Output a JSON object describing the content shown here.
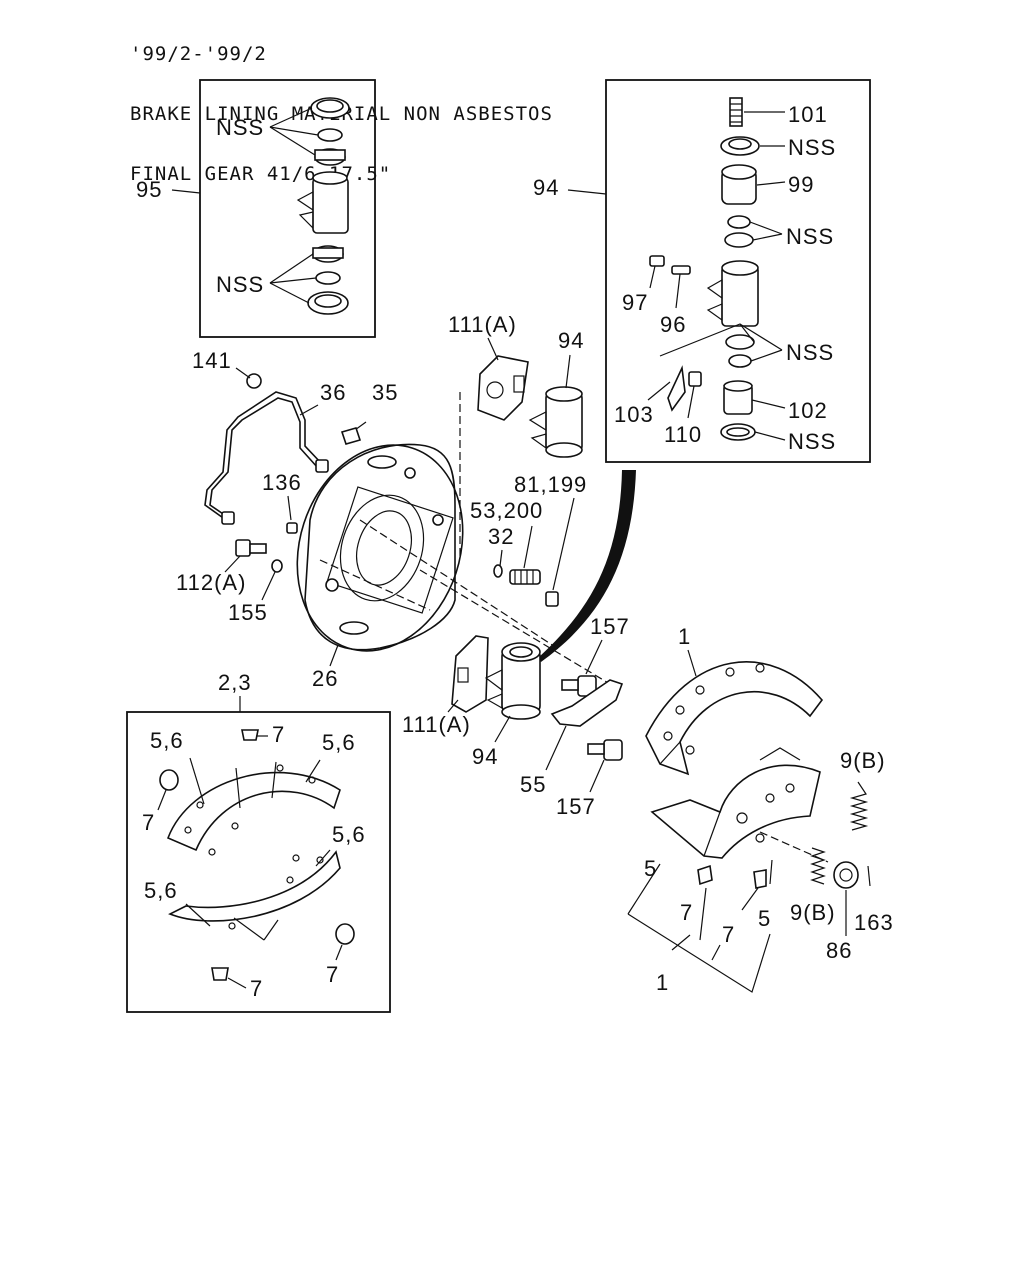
{
  "header": {
    "line1": "'99/2-'99/2",
    "line2": "BRAKE LINING MATERIAL NON ASBESTOS",
    "line3": "FINAL GEAR 41/6 17.5\""
  },
  "callouts": {
    "c95": "95",
    "c94_box": "94",
    "nss_95_top": "NSS",
    "nss_95_bottom": "NSS",
    "c101": "101",
    "nss_94_a": "NSS",
    "c99": "99",
    "nss_94_b": "NSS",
    "c97": "97",
    "c96": "96",
    "nss_94_c": "NSS",
    "c103": "103",
    "c110": "110",
    "c102": "102",
    "nss_94_d": "NSS",
    "c141": "141",
    "c36": "36",
    "c35": "35",
    "c111a_top": "111(A)",
    "c94_top": "94",
    "c136": "136",
    "c81_199": "81,199",
    "c53_200": "53,200",
    "c32": "32",
    "c112a": "112(A)",
    "c155": "155",
    "c26": "26",
    "c157_top": "157",
    "c1_top": "1",
    "c111a_bottom": "111(A)",
    "c94_bottom": "94",
    "c55": "55",
    "c157_bottom": "157",
    "c2_3": "2,3",
    "c56_a": "5,6",
    "c7_a": "7",
    "c56_b": "5,6",
    "c7_b": "7",
    "c56_c": "5,6",
    "c56_d": "5,6",
    "c7_c": "7",
    "c7_d": "7",
    "c9b_top": "9(B)",
    "c5_a": "5",
    "c7_e": "7",
    "c7_f": "7",
    "c5_b": "5",
    "c9b_bottom": "9(B)",
    "c163": "163",
    "c86": "86",
    "c1_bottom": "1"
  }
}
